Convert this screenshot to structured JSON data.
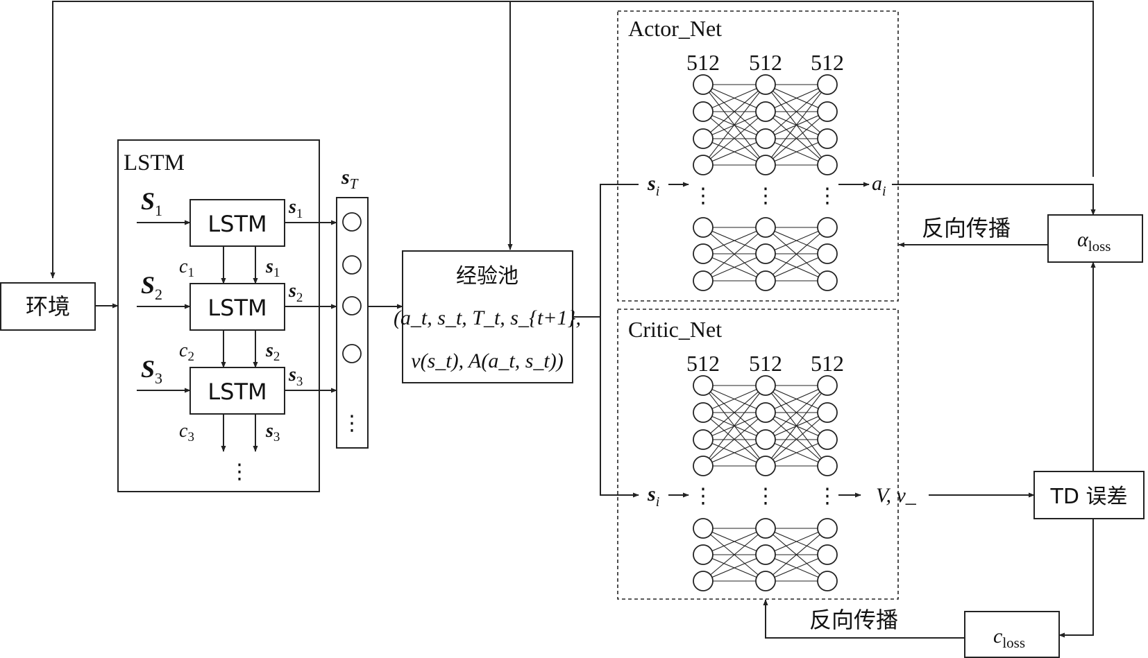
{
  "environment": {
    "label": "环境"
  },
  "lstm_module": {
    "title": "LSTM",
    "cell_label": "LSTM",
    "inputs": [
      {
        "main": "S",
        "sub": "1"
      },
      {
        "main": "S",
        "sub": "2"
      },
      {
        "main": "S",
        "sub": "3"
      }
    ],
    "outputs": [
      {
        "main": "s",
        "sub": "1"
      },
      {
        "main": "s",
        "sub": "2"
      },
      {
        "main": "s",
        "sub": "3"
      }
    ],
    "cell_states": [
      {
        "main": "c",
        "sub": "1"
      },
      {
        "main": "c",
        "sub": "2"
      },
      {
        "main": "c",
        "sub": "3"
      }
    ],
    "hidden_states": [
      {
        "main": "s",
        "sub": "1"
      },
      {
        "main": "s",
        "sub": "2"
      },
      {
        "main": "s",
        "sub": "3"
      }
    ],
    "ellipsis": "⋮"
  },
  "state_vector": {
    "main": "s",
    "sub": "T",
    "ellipsis": "⋮"
  },
  "replay_buffer": {
    "title": "经验池",
    "line1": "(a_t, s_t, T_t, s_{t+1},",
    "line2": "v(s_t), A(a_t, s_t))"
  },
  "actor_net": {
    "title": "Actor_Net",
    "layer_sizes": [
      "512",
      "512",
      "512"
    ],
    "input": {
      "main": "s",
      "sub": "i"
    },
    "output": {
      "main": "a",
      "sub": "i"
    },
    "ellipsis": "⋮"
  },
  "critic_net": {
    "title": "Critic_Net",
    "layer_sizes": [
      "512",
      "512",
      "512"
    ],
    "input": {
      "main": "s",
      "sub": "i"
    },
    "output": "V, v_",
    "ellipsis": "⋮"
  },
  "alpha_loss": {
    "main": "α",
    "sub": "loss"
  },
  "td_error": {
    "label": "TD 误差"
  },
  "c_loss": {
    "main": "c",
    "sub": "loss"
  },
  "backprop_labels": [
    "反向传播",
    "反向传播"
  ]
}
